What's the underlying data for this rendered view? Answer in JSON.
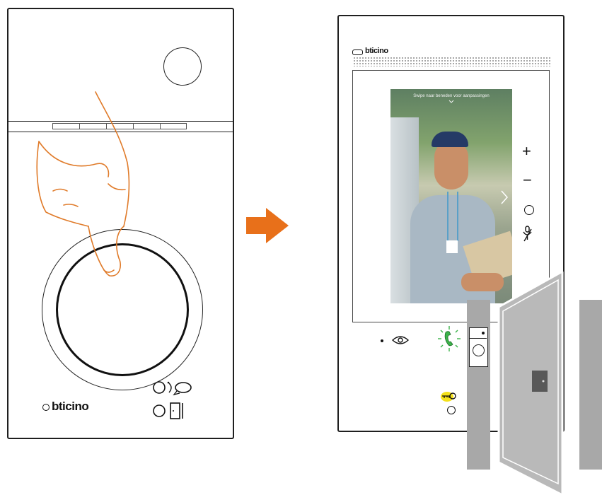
{
  "entrance_panel": {
    "brand": "bticino",
    "buttons": [
      {
        "name": "call-button-icon"
      },
      {
        "name": "door-open-button-icon"
      }
    ]
  },
  "transition": {
    "arrow_color": "#e8701a"
  },
  "monitor": {
    "brand": "bticino",
    "screen": {
      "swipe_hint": "Swipe naar beneden voor aanpassingen",
      "next_icon": "chevron-right-icon"
    },
    "side_controls": [
      {
        "name": "volume-up-button",
        "label": "+"
      },
      {
        "name": "volume-down-button",
        "label": "−"
      },
      {
        "name": "menu-button",
        "icon": "circle-icon"
      },
      {
        "name": "mute-mic-button",
        "icon": "mic-off-icon"
      }
    ],
    "bottom_controls": {
      "view_icon": "eye-icon",
      "answer_icon": "handset-icon",
      "answer_status_color": "#3bb34a",
      "lock_icon": "key-icon",
      "lock_highlight_color": "#f4e11a"
    }
  }
}
